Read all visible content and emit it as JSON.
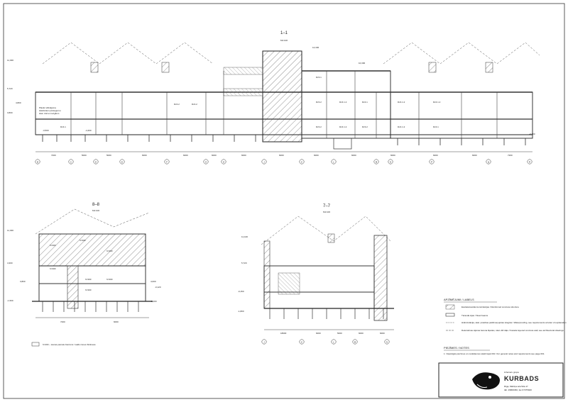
{
  "sections": {
    "s11": {
      "title": "1–1",
      "scale": "M1:100"
    },
    "s88": {
      "title": "8–8",
      "scale": "M1:100"
    },
    "s77": {
      "title": "7–7",
      "scale": "M1:100"
    }
  },
  "levels_s11": [
    "11,300",
    "5,720",
    "4,800",
    "3,800",
    "-3,500",
    "-4,400",
    "-4,460"
  ],
  "top_label_s11": "14,330",
  "mid_label_s11": "10,300",
  "grid_axes_s11": [
    "B",
    "C",
    "D",
    "E",
    "F",
    "G",
    "H",
    "J",
    "K",
    "L",
    "M",
    "N",
    "P",
    "Q",
    "R"
  ],
  "dims_s11": [
    "7200",
    "5000",
    "5000",
    "6000",
    "6000",
    "6000",
    "6000",
    "6000",
    "6000",
    "6000",
    "6000",
    "6000",
    "6000",
    "7200"
  ],
  "callout_s11": [
    "Plastic siltinājuma",
    "skārdotiem pārsegumu",
    "skat. durvu mezgliem"
  ],
  "rooms_s11": [
    "Dz4.1",
    "Dz4.2",
    "Dz4.2",
    "Dz3.1",
    "Dz3.2",
    "Dz3.2",
    "Dz4.1.2",
    "Dz4.1.2",
    "Dz4.1",
    "Dz4.1.2",
    "Dz4.1.2",
    "Dz4.1.2",
    "Dz3.2",
    "Dz4.1"
  ],
  "levels_s88": [
    "11,300",
    "4,300",
    "3,800",
    "-1,500"
  ],
  "right_levels_s88": [
    "4,000",
    "-0,120",
    "-3,400"
  ],
  "dims_s88": [
    "7200",
    "6000"
  ],
  "wall_tags_s88": [
    "h=300",
    "h=300",
    "h=300",
    "h=300",
    "h=300",
    "h=300",
    "h=300"
  ],
  "legend_s88": "h=400 – sienas pamatu biezums / walls zones thickness",
  "levels_s77": [
    "11,100",
    "5,720",
    "-0,150",
    "-1,800"
  ],
  "dims_s77": [
    "18000",
    "6000",
    "5000",
    "6000",
    "6000"
  ],
  "grid_axes_s77": [
    "J",
    "K",
    "L",
    "M",
    "N"
  ],
  "legend": {
    "title": "APZĪMĒJUMI / LABELS",
    "items": [
      "Esošais/esošās konstrukcijas / Reinforced concrete structure",
      "Tērauda sijas / Steel beams",
      "Hidroizolācija, skat. prasības pašlīmeņojošas stiegrās / Waterproofing, see requirements at letter of explanation",
      "Dekoratīvas sijēnas betona šķēdes, skat. AR daļu / Facade layered concrete wall, see architectural drawings"
    ]
  },
  "notes": {
    "title": "PIEZĪMES / NOTES",
    "text": "1. Vispārīgās piezīmes un norādījumus skatīt lapā 001 / For general notes and requirements see page 001."
  },
  "company": {
    "line1": "inženieru grupa",
    "name": "KURBADS",
    "addr": "Rīga, Mārtiņa iela 52a-17",
    "phone": "tālr. 29800360, fax 67375940"
  }
}
